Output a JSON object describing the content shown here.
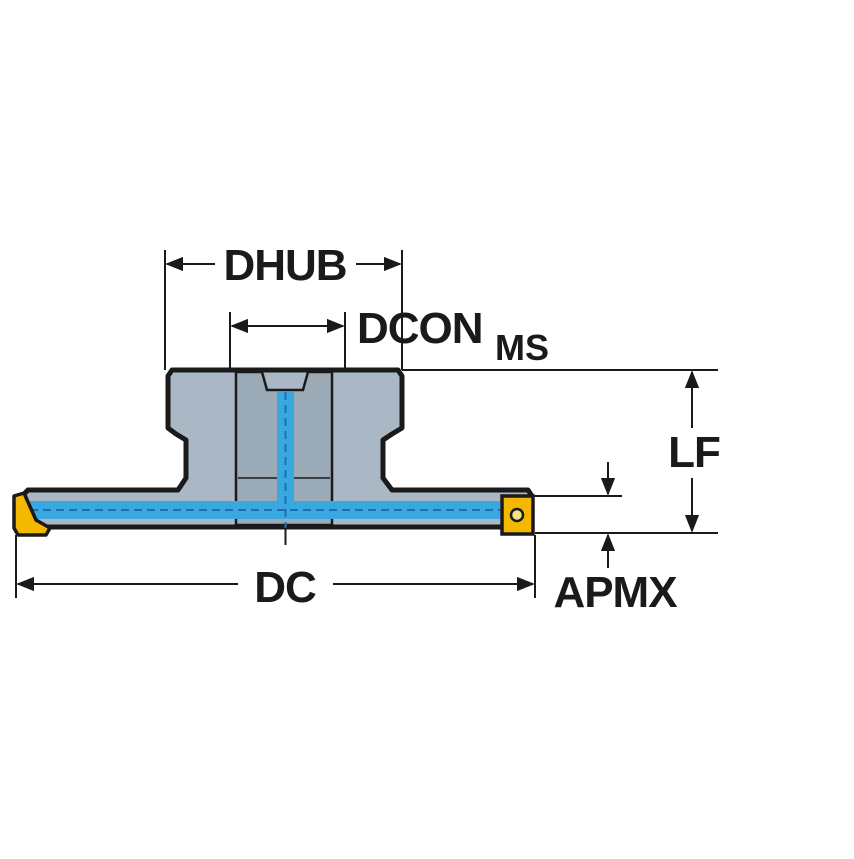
{
  "diagram": {
    "labels": {
      "dhub": "DHUB",
      "dcon": "DCON",
      "dcon_sub": "MS",
      "lf": "LF",
      "dc": "DC",
      "apmx": "APMX"
    },
    "colors": {
      "body_fill": "#a9b8c4",
      "body_stroke": "#1a1a1a",
      "coolant": "#3aa8e0",
      "coolant_center": "#1f6fb0",
      "insert": "#f5b800",
      "line": "#1a1a1a"
    }
  }
}
